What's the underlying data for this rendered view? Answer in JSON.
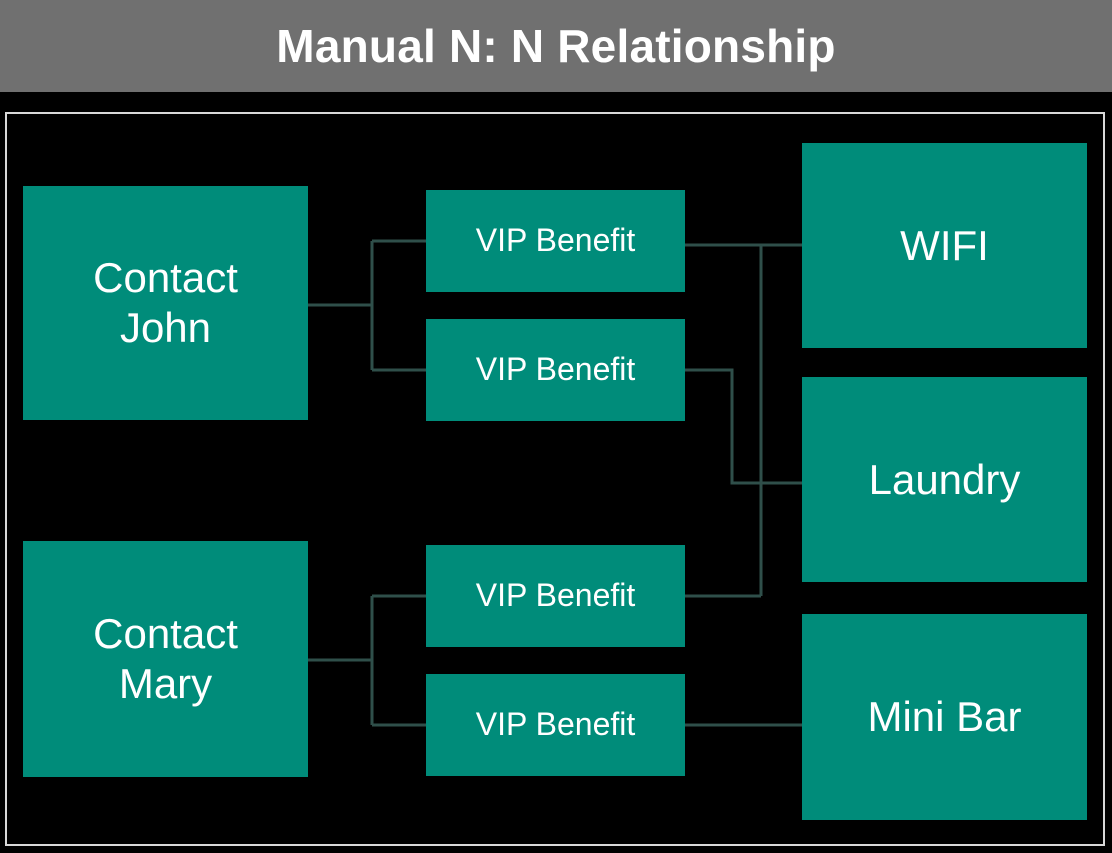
{
  "title": {
    "text": "Manual N: N Relationship",
    "banner_color": "#707070",
    "text_color": "#ffffff"
  },
  "theme": {
    "background": "#000000",
    "node_fill": "#008c7a",
    "node_text": "#ffffff",
    "connector_color": "#2f4f4a",
    "panel_border": "#d9d9d9"
  },
  "diagram": {
    "type": "many-to-many-relationship",
    "columns": {
      "left": {
        "name": "contacts",
        "nodes": [
          {
            "id": "contact-john",
            "label": "Contact\nJohn"
          },
          {
            "id": "contact-mary",
            "label": "Contact\nMary"
          }
        ]
      },
      "middle": {
        "name": "junction-records",
        "nodes": [
          {
            "id": "vip-benefit-1",
            "label": "VIP Benefit"
          },
          {
            "id": "vip-benefit-2",
            "label": "VIP Benefit"
          },
          {
            "id": "vip-benefit-3",
            "label": "VIP Benefit"
          },
          {
            "id": "vip-benefit-4",
            "label": "VIP Benefit"
          }
        ]
      },
      "right": {
        "name": "services",
        "nodes": [
          {
            "id": "wifi",
            "label": "WIFI"
          },
          {
            "id": "laundry",
            "label": "Laundry"
          },
          {
            "id": "mini-bar",
            "label": "Mini Bar"
          }
        ]
      }
    },
    "links": [
      {
        "from": "contact-john",
        "to": "vip-benefit-1"
      },
      {
        "from": "contact-john",
        "to": "vip-benefit-2"
      },
      {
        "from": "contact-mary",
        "to": "vip-benefit-3"
      },
      {
        "from": "contact-mary",
        "to": "vip-benefit-4"
      },
      {
        "from": "vip-benefit-1",
        "to": "wifi"
      },
      {
        "from": "vip-benefit-2",
        "to": "laundry"
      },
      {
        "from": "vip-benefit-3",
        "to": "wifi"
      },
      {
        "from": "vip-benefit-4",
        "to": "mini-bar"
      }
    ]
  }
}
